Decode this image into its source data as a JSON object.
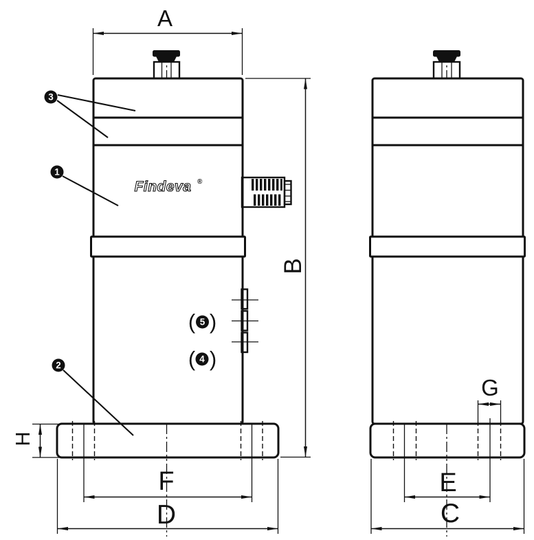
{
  "logo": {
    "text": "Findeva",
    "mark": "®"
  },
  "dimensions": {
    "A": "A",
    "B": "B",
    "C": "C",
    "D": "D",
    "E": "E",
    "F": "F",
    "G": "G",
    "H": "H"
  },
  "callouts": {
    "n1": "1",
    "n2": "2",
    "n3": "3",
    "n4": "4",
    "n5": "5",
    "paren_open": "(",
    "paren_close": ")"
  },
  "colors": {
    "line": "#111111",
    "background": "#ffffff"
  }
}
